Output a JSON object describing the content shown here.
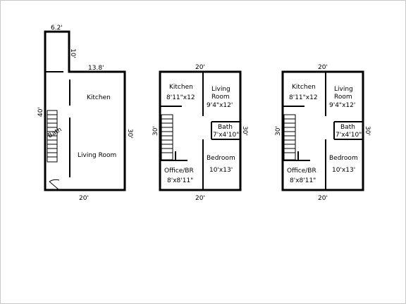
{
  "plan1": {
    "dim_top": "6.2'",
    "dim_notch": "10'",
    "dim_right_top": "13.8'",
    "dim_left": "40'",
    "dim_right": "30'",
    "dim_bottom": "20'",
    "kitchen": "Kitchen",
    "living": "Living Room",
    "bath": "Bath"
  },
  "plan2": {
    "dim_top": "20'",
    "dim_bottom": "20'",
    "dim_left": "30'",
    "dim_right": "30'",
    "kitchen": "Kitchen",
    "kitchen_size": "8'11\"x12",
    "living_1": "Living",
    "living_2": "Room",
    "living_size": "9'4\"x12'",
    "bath": "Bath",
    "bath_size": "7'x4'10\"",
    "bedroom": "Bedroom",
    "bedroom_size": "10'x13'",
    "office": "Office/BR",
    "office_size": "8'x8'11\""
  },
  "plan3": {
    "dim_top": "20'",
    "dim_bottom": "20'",
    "dim_left": "30'",
    "dim_right": "30'",
    "kitchen": "Kitchen",
    "kitchen_size": "8'11\"x12",
    "living_1": "Living",
    "living_2": "Room",
    "living_size": "9'4\"x12'",
    "bath": "Bath",
    "bath_size": "7'x4'10\"",
    "bedroom": "Bedroom",
    "bedroom_size": "10'x13'",
    "office": "Office/BR",
    "office_size": "8'x8'11\""
  }
}
